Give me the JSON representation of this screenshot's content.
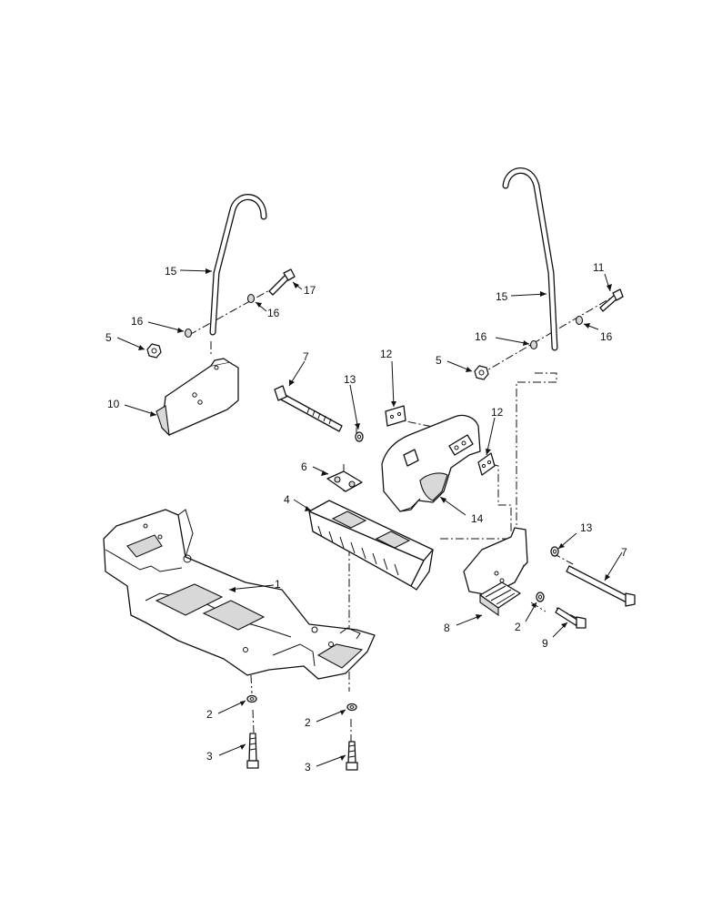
{
  "callouts": {
    "c1": "1",
    "c2a": "2",
    "c2b": "2",
    "c2c": "2",
    "c3a": "3",
    "c3b": "3",
    "c4": "4",
    "c5a": "5",
    "c5b": "5",
    "c6": "6",
    "c7a": "7",
    "c7b": "7",
    "c8": "8",
    "c9": "9",
    "c10": "10",
    "c11": "11",
    "c12a": "12",
    "c12b": "12",
    "c13a": "13",
    "c13b": "13",
    "c14": "14",
    "c15a": "15",
    "c15b": "15",
    "c16a": "16",
    "c16b": "16",
    "c16c": "16",
    "c16d": "16",
    "c17": "17"
  }
}
